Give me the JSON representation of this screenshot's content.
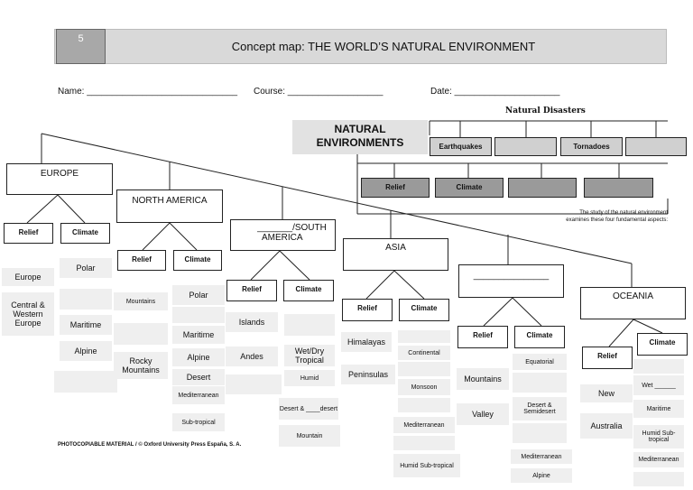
{
  "header": {
    "number": "5",
    "title": "Concept map: THE WORLD’S NATURAL ENVIRONMENT"
  },
  "fields": {
    "name": "Name: ______________________________",
    "course": "Course: ___________________",
    "date": "Date: _____________________"
  },
  "natural_environments": {
    "label_1": "NATURAL",
    "label_2": "ENVIRONMENTS"
  },
  "natural_disasters": {
    "label": "Natural Disasters",
    "boxes": [
      "Earthquakes",
      "",
      "Tornadoes",
      ""
    ]
  },
  "aspects": {
    "boxes": [
      "Relief",
      "Climate",
      "",
      ""
    ],
    "note_1": "The study of the natural environment",
    "note_2": "examines these four fundamental aspects:"
  },
  "common": {
    "relief": "Relief",
    "climate": "Climate"
  },
  "europe": {
    "name": "EUROPE",
    "relief": [
      "Europe",
      "Central & Western Europe"
    ],
    "climate": [
      "Polar",
      "",
      "Maritime",
      "Alpine",
      ""
    ]
  },
  "north_america": {
    "name": "NORTH AMERICA",
    "relief": [
      "Mountains",
      "",
      "Rocky Mountains"
    ],
    "climate": [
      "Polar",
      "",
      "Maritime",
      "Alpine",
      "Desert",
      "Mediterranean",
      "Sub-tropical"
    ]
  },
  "south_america": {
    "name_1": "_______/SOUTH",
    "name_2": "AMERICA",
    "relief": [
      "Islands",
      "Andes",
      ""
    ],
    "climate": [
      "",
      "Wet/Dry Tropical",
      "Humid",
      "Desert & ____desert",
      "Mountain"
    ]
  },
  "asia": {
    "name": "ASIA",
    "relief": [
      "Himalayas",
      "Peninsulas"
    ],
    "climate": [
      "",
      "Continental",
      "",
      "Monsoon",
      "",
      "Mediterranean",
      "",
      "Humid Sub-tropical"
    ]
  },
  "unnamed_region": {
    "name": "_______________",
    "relief": [
      "Mountains",
      "Valley"
    ],
    "climate": [
      "Equatorial",
      "",
      "Desert & Semidesert",
      "",
      "Mediterranean",
      "Alpine"
    ]
  },
  "oceania": {
    "name": "OCEANIA",
    "relief": [
      "New",
      "Australia"
    ],
    "climate": [
      "",
      "Wet ______",
      "Maritime",
      "Humid Sub-tropical",
      "Mediterranean",
      ""
    ]
  },
  "footer": "PHOTOCOPIABLE MATERIAL / © Oxford University Press España, S. A."
}
